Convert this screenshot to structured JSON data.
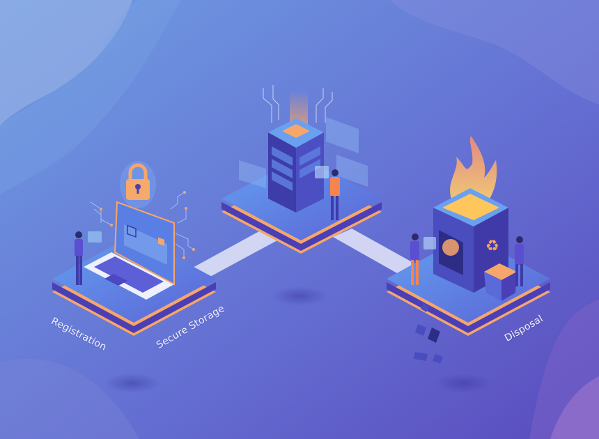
{
  "illustration": {
    "theme": "Isometric data lifecycle: registration, secure storage, disposal",
    "colors": {
      "background_top_left": "#6e9ae0",
      "background_bottom_right": "#5a4fc0",
      "platform_top": "#5f86e6",
      "platform_edge": "#4a3fb5",
      "accent_orange": "#f7a66b",
      "bridge": "#d9dcf5",
      "flame": "#f59a6a",
      "lock": "#f5a96b"
    },
    "labels": {
      "registration": "Registration",
      "secure_storage": "Secure Storage",
      "disposal": "Disposal"
    },
    "stations": [
      {
        "name": "registration",
        "icon": "laptop-with-padlock-icon"
      },
      {
        "name": "secure-storage",
        "icon": "server-rack-icon"
      },
      {
        "name": "disposal",
        "icon": "incinerator-shredder-icon"
      }
    ]
  }
}
